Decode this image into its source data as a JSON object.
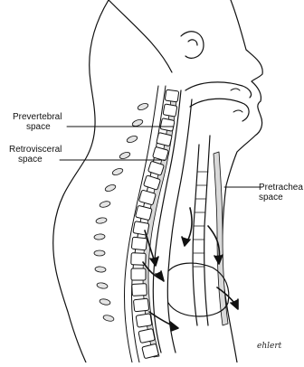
{
  "figure": {
    "labels": {
      "prevertebral_line1": "Prevertebral",
      "prevertebral_line2": "space",
      "retrovisceral_line1": "Retrovisceral",
      "retrovisceral_line2": "space",
      "pretracheal_line1": "Pretrachea",
      "pretracheal_line2": "space"
    },
    "signature": "ehlert",
    "colors": {
      "ink": "#111111",
      "background": "#ffffff",
      "shading": "#d9d9d9"
    }
  }
}
